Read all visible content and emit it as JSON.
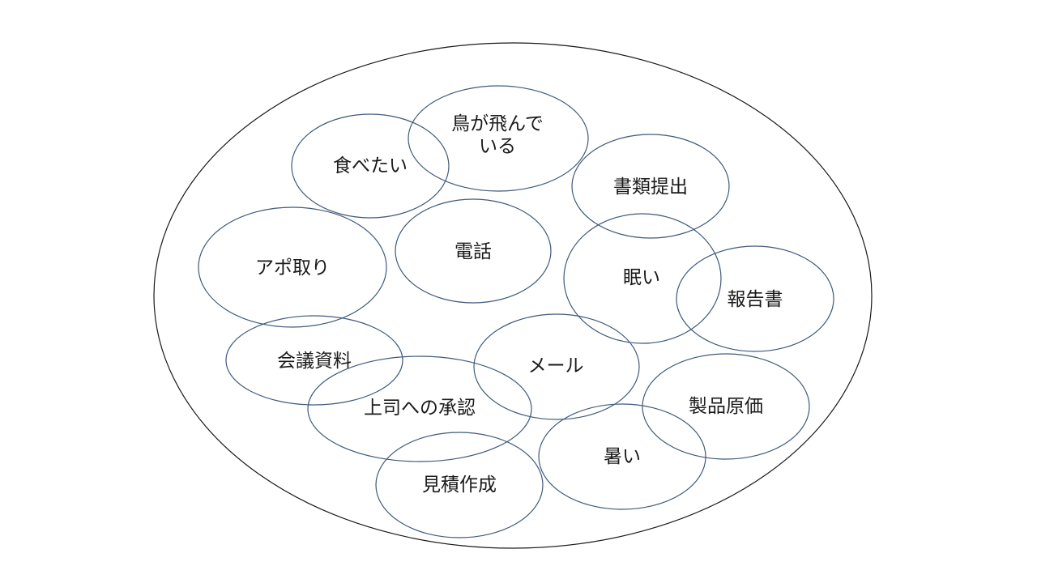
{
  "diagram": {
    "colors": {
      "outer_stroke": "#1a1a1a",
      "bubble_stroke": "#3f5a7a",
      "text": "#1a1a1a",
      "background": "#ffffff"
    },
    "bubbles": [
      {
        "id": "bird",
        "lines": [
          "鳥が飛んで",
          "いる"
        ]
      },
      {
        "id": "eat",
        "lines": [
          "食べたい"
        ]
      },
      {
        "id": "docsubmit",
        "lines": [
          "書類提出"
        ]
      },
      {
        "id": "appointment",
        "lines": [
          "アポ取り"
        ]
      },
      {
        "id": "phone",
        "lines": [
          "電話"
        ]
      },
      {
        "id": "sleepy",
        "lines": [
          "眠い"
        ]
      },
      {
        "id": "report",
        "lines": [
          "報告書"
        ]
      },
      {
        "id": "meeting-docs",
        "lines": [
          "会議資料"
        ]
      },
      {
        "id": "mail",
        "lines": [
          "メール"
        ]
      },
      {
        "id": "boss-approval",
        "lines": [
          "上司への承認"
        ]
      },
      {
        "id": "product-cost",
        "lines": [
          "製品原価"
        ]
      },
      {
        "id": "hot",
        "lines": [
          "暑い"
        ]
      },
      {
        "id": "estimate",
        "lines": [
          "見積作成"
        ]
      }
    ]
  }
}
